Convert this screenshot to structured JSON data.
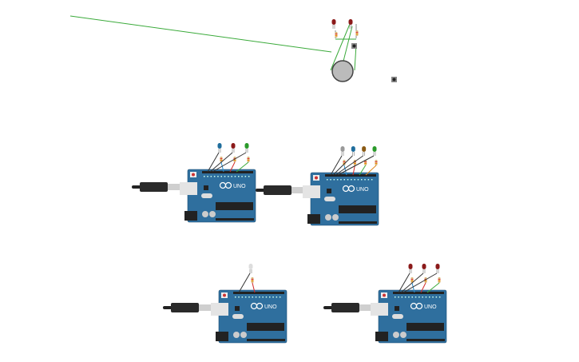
{
  "canvas": {
    "board_label": "UNO",
    "board_color": "#2f6f9e",
    "wire_colors": {
      "green": "#3aaa3a",
      "black": "#333333",
      "red": "#d12a2a",
      "blue": "#2b8fd0",
      "orange": "#e08a1e",
      "white": "#dddddd"
    },
    "circuits": [
      {
        "type": "coin-battery-circuit",
        "leds": [
          "#8b1a1a",
          "#8b1a1a"
        ]
      },
      {
        "type": "arduino-circuit",
        "leds": [
          "#1f6d9c",
          "#8b1a1a",
          "#2a9a2a"
        ]
      },
      {
        "type": "arduino-circuit",
        "leds": [
          "#999999",
          "#1f6d9c",
          "#8a5a14",
          "#2a9a2a"
        ]
      },
      {
        "type": "arduino-circuit",
        "leds": [
          "#dddddd"
        ]
      },
      {
        "type": "arduino-circuit",
        "leds": [
          "#8b1a1a",
          "#8b1a1a",
          "#8b1a1a"
        ]
      }
    ]
  }
}
